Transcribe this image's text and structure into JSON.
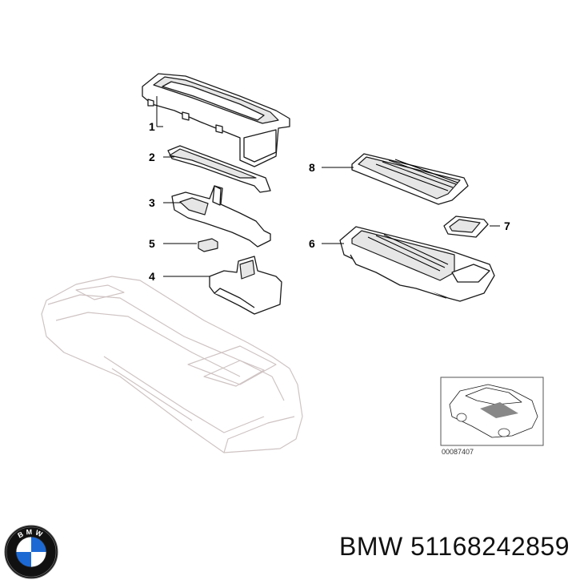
{
  "diagram": {
    "callouts": [
      {
        "id": "1",
        "label": "1"
      },
      {
        "id": "2",
        "label": "2"
      },
      {
        "id": "3",
        "label": "3"
      },
      {
        "id": "4",
        "label": "4"
      },
      {
        "id": "5",
        "label": "5"
      },
      {
        "id": "6",
        "label": "6"
      },
      {
        "id": "7",
        "label": "7"
      },
      {
        "id": "8",
        "label": "8"
      }
    ],
    "thumbnail_code": "00087407"
  },
  "footer": {
    "brand": "BMW",
    "part_number": "51168242859"
  },
  "logo": {
    "letters": "BMW",
    "colors": {
      "blue": "#1c69d4",
      "ring": "#111111",
      "white": "#ffffff"
    }
  }
}
